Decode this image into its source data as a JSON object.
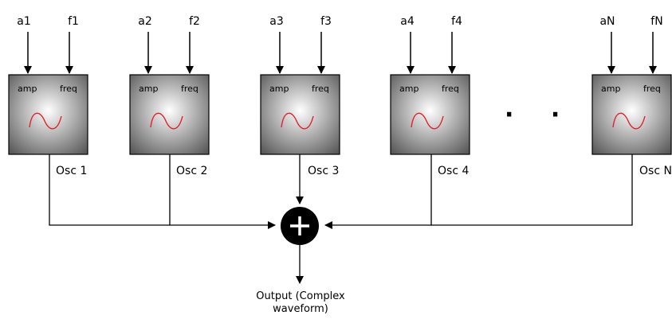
{
  "diagram": {
    "oscillators": [
      {
        "amp_input": "a1",
        "freq_input": "f1",
        "amp_port": "amp",
        "freq_port": "freq",
        "label": "Osc 1"
      },
      {
        "amp_input": "a2",
        "freq_input": "f2",
        "amp_port": "amp",
        "freq_port": "freq",
        "label": "Osc 2"
      },
      {
        "amp_input": "a3",
        "freq_input": "f3",
        "amp_port": "amp",
        "freq_port": "freq",
        "label": "Osc 3"
      },
      {
        "amp_input": "a4",
        "freq_input": "f4",
        "amp_port": "amp",
        "freq_port": "freq",
        "label": "Osc 4"
      },
      {
        "amp_input": "aN",
        "freq_input": "fN",
        "amp_port": "amp",
        "freq_port": "freq",
        "label": "Osc N"
      }
    ],
    "ellipsis": "· · ·",
    "summer_symbol": "+",
    "output_label_line1": "Output (Complex",
    "output_label_line2": "waveform)",
    "colors": {
      "box_center": "#ffffff",
      "box_edge": "#5a5a5a",
      "wave": "#e0202a",
      "lines": "#000000",
      "summer_fill": "#000000",
      "summer_symbol": "#ffffff"
    }
  }
}
